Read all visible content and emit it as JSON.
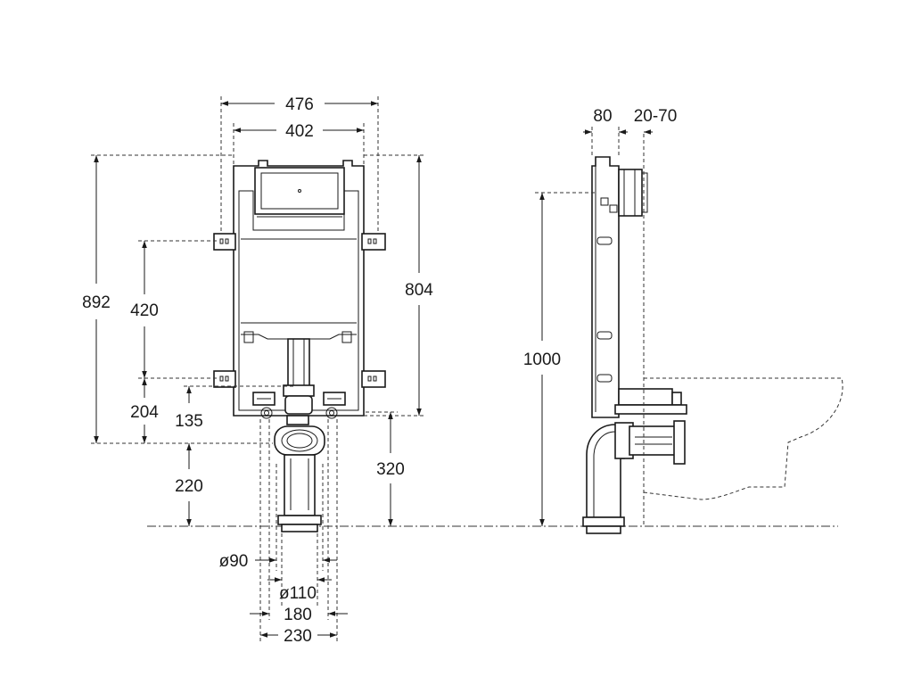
{
  "front": {
    "width_outer": "476",
    "width_inner": "402",
    "height_total": "892",
    "height_frame": "804",
    "fixing_spacing": "420",
    "lower_fixing": "204",
    "drain_height": "135",
    "floor_to_frame": "220",
    "outlet_height": "320",
    "pipe_d90": "ø90",
    "pipe_d110": "ø110",
    "feet_inner": "180",
    "feet_outer": "230"
  },
  "side": {
    "depth": "80",
    "wall_adjust": "20-70",
    "height": "1000"
  },
  "colors": {
    "line": "#1a1a1a",
    "background": "#ffffff"
  }
}
